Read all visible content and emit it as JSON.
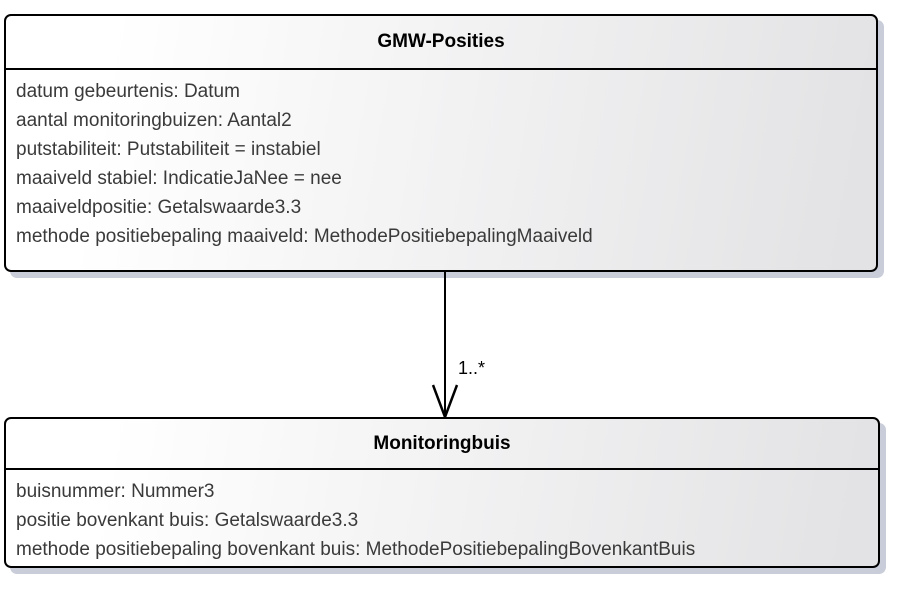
{
  "diagram": {
    "type": "uml-class-diagram",
    "classes": [
      {
        "name": "GMW-Posities",
        "attributes": [
          "datum gebeurtenis: Datum",
          "aantal monitoringbuizen: Aantal2",
          "putstabiliteit: Putstabiliteit = instabiel",
          "maaiveld stabiel: IndicatieJaNee = nee",
          "maaiveldpositie: Getalswaarde3.3",
          "methode positiebepaling maaiveld: MethodePositiebepalingMaaiveld"
        ]
      },
      {
        "name": "Monitoringbuis",
        "attributes": [
          "buisnummer: Nummer3",
          "positie bovenkant buis: Getalswaarde3.3",
          "methode positiebepaling bovenkant buis: MethodePositiebepalingBovenkantBuis"
        ]
      }
    ],
    "association": {
      "from": "GMW-Posities",
      "to": "Monitoringbuis",
      "multiplicity": "1..*"
    },
    "colors": {
      "box_fill_start": "#ffffff",
      "box_fill_end": "#e3e3e5",
      "border": "#000000",
      "shadow": "#c9cdd9",
      "title_text": "#000000",
      "attribute_text": "#3a3a3a"
    }
  }
}
